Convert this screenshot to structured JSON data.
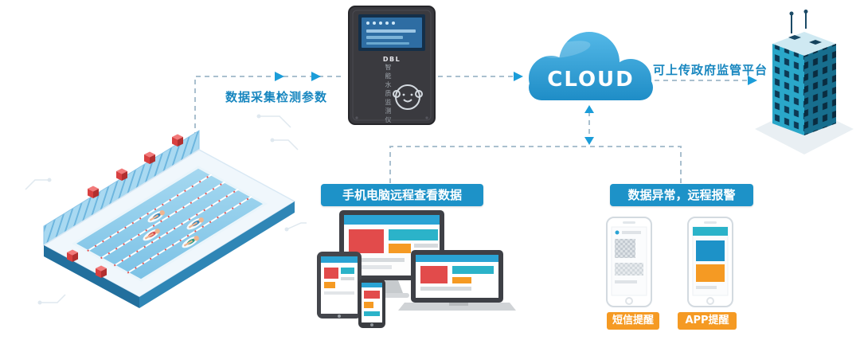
{
  "colors": {
    "accent_teal": "#1b9dd9",
    "pill_blue": "#1d92c8",
    "badge_orange": "#f59a23",
    "flow_text_blue": "#1786bf",
    "cloud_blue": "#2a9fd6",
    "alert_red": "#d84040"
  },
  "flow": {
    "collect_label": "数据采集检测参数",
    "upload_label": "可上传政府监管平台"
  },
  "cloud": {
    "label": "CLOUD"
  },
  "device": {
    "brand": "DBL",
    "vertical_label": "智能水质监测仪"
  },
  "viewer": {
    "label": "手机电脑远程查看数据"
  },
  "alarm": {
    "label": "数据异常，远程报警",
    "badges": [
      {
        "label": "短信提醒"
      },
      {
        "label": "APP提醒"
      }
    ]
  }
}
